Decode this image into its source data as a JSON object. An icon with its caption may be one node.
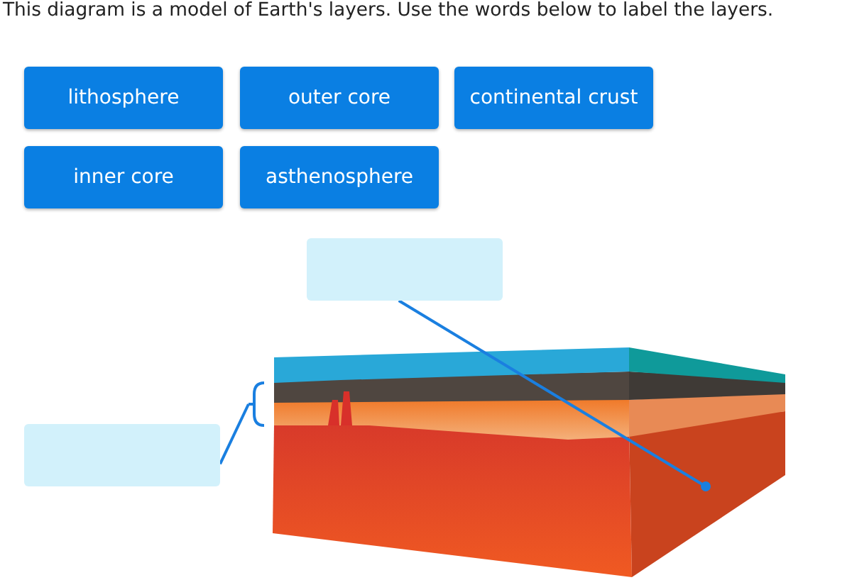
{
  "diagram": {
    "title": "This diagram is a model of Earth's layers. Use the words below to label the layers.",
    "nodes": [
      {
        "text": [],
        "shape": "box"
      },
      {
        "text": [],
        "shape": "box"
      }
    ],
    "edges": [
      {
        "from": 0,
        "to": null,
        "arrow": "other"
      },
      {
        "from": 1,
        "to": null,
        "arrow": "none"
      }
    ],
    "labels": [
      "lithosphere",
      "outer core",
      "continental crust",
      "inner core",
      "asthenosphere"
    ]
  }
}
